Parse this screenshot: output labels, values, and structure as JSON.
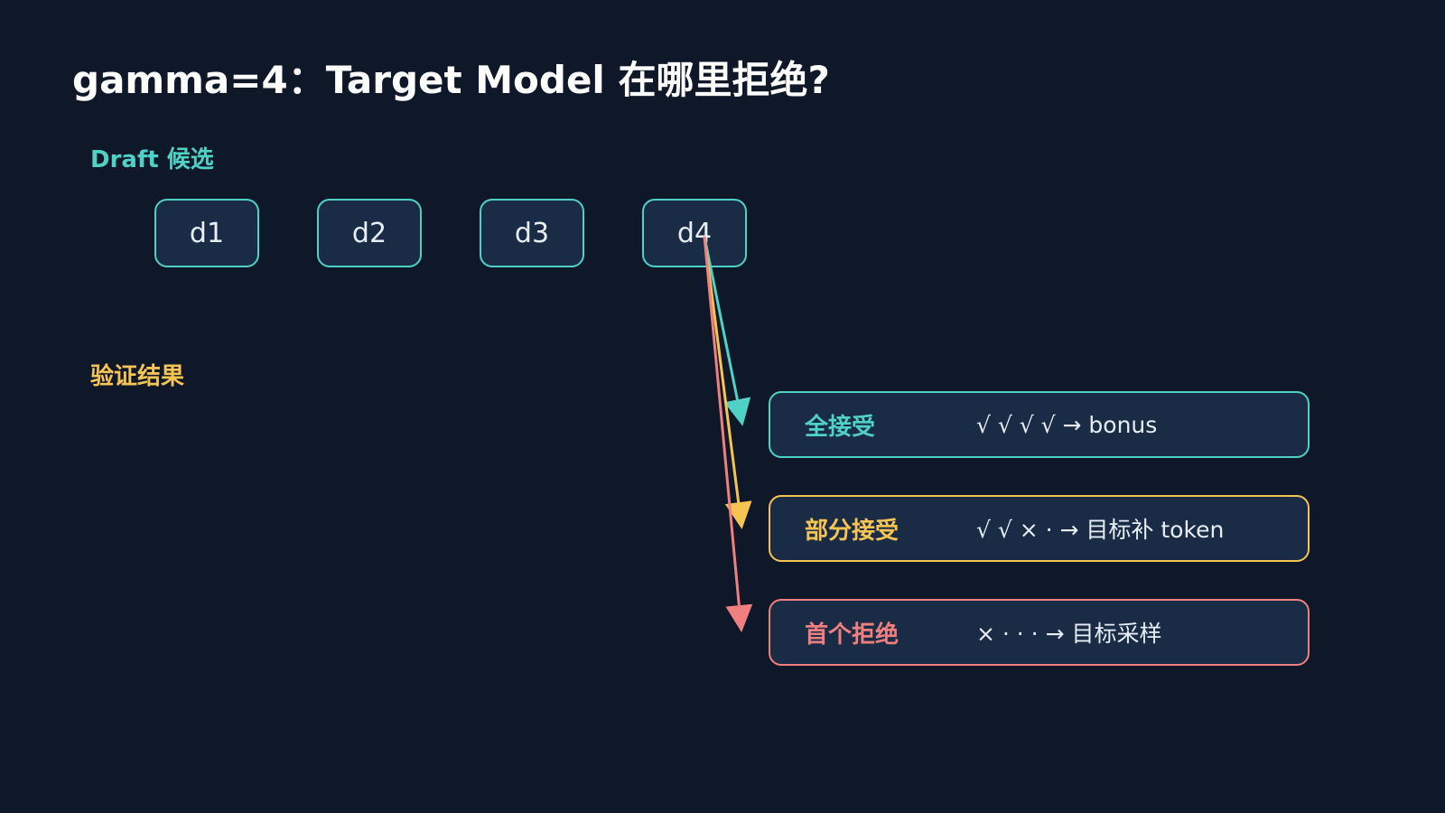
{
  "title": "gamma=4：Target Model 在哪里拒绝?",
  "draft_label": "Draft 候选",
  "tokens": [
    "d1",
    "d2",
    "d3",
    "d4"
  ],
  "verify_label": "验证结果",
  "results": [
    {
      "name": "全接受",
      "sequence": "√  √  √  √  → bonus",
      "color": "#4fd1c5"
    },
    {
      "name": "部分接受",
      "sequence": "√  √  ×  ·  → 目标补 token",
      "color": "#f6c453"
    },
    {
      "name": "首个拒绝",
      "sequence": "×  ·  ·  ·  → 目标采样",
      "color": "#f07f7f"
    }
  ],
  "colors": {
    "background": "#0f1829",
    "box_fill": "#1a2b45",
    "teal": "#4fd1c5",
    "yellow": "#f6c453",
    "red": "#f07f7f"
  }
}
